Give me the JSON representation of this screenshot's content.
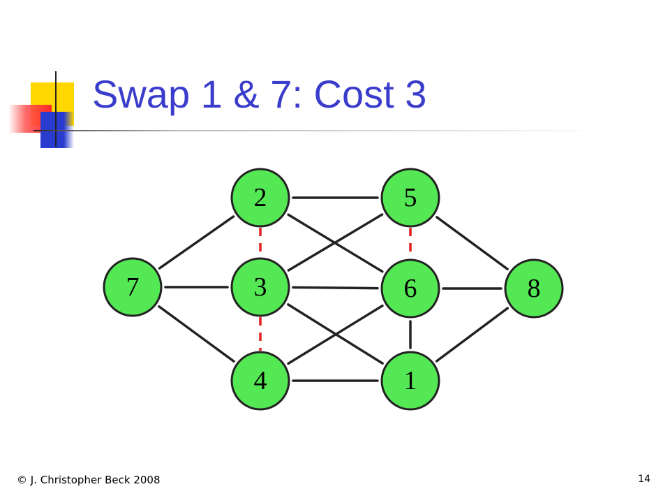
{
  "slide": {
    "title": "Swap 1 & 7: Cost 3",
    "footer": "© J. Christopher Beck 2008",
    "page_number": "14"
  },
  "graph": {
    "nodes": [
      "2",
      "5",
      "7",
      "3",
      "6",
      "8",
      "4",
      "1"
    ],
    "edges": [
      [
        "7",
        "2"
      ],
      [
        "7",
        "3"
      ],
      [
        "7",
        "4"
      ],
      [
        "2",
        "5"
      ],
      [
        "2",
        "6"
      ],
      [
        "3",
        "5"
      ],
      [
        "3",
        "6"
      ],
      [
        "3",
        "1"
      ],
      [
        "4",
        "6"
      ],
      [
        "4",
        "1"
      ],
      [
        "6",
        "1"
      ],
      [
        "5",
        "8"
      ],
      [
        "6",
        "8"
      ],
      [
        "1",
        "8"
      ]
    ],
    "dashed_edges": [
      [
        "2",
        "3"
      ],
      [
        "3",
        "4"
      ],
      [
        "5",
        "6"
      ]
    ],
    "colors": {
      "node_fill": "#55e855",
      "node_stroke": "#222222",
      "edge": "#222222",
      "dashed_edge": "#e02020",
      "title": "#3a3ccc"
    }
  }
}
